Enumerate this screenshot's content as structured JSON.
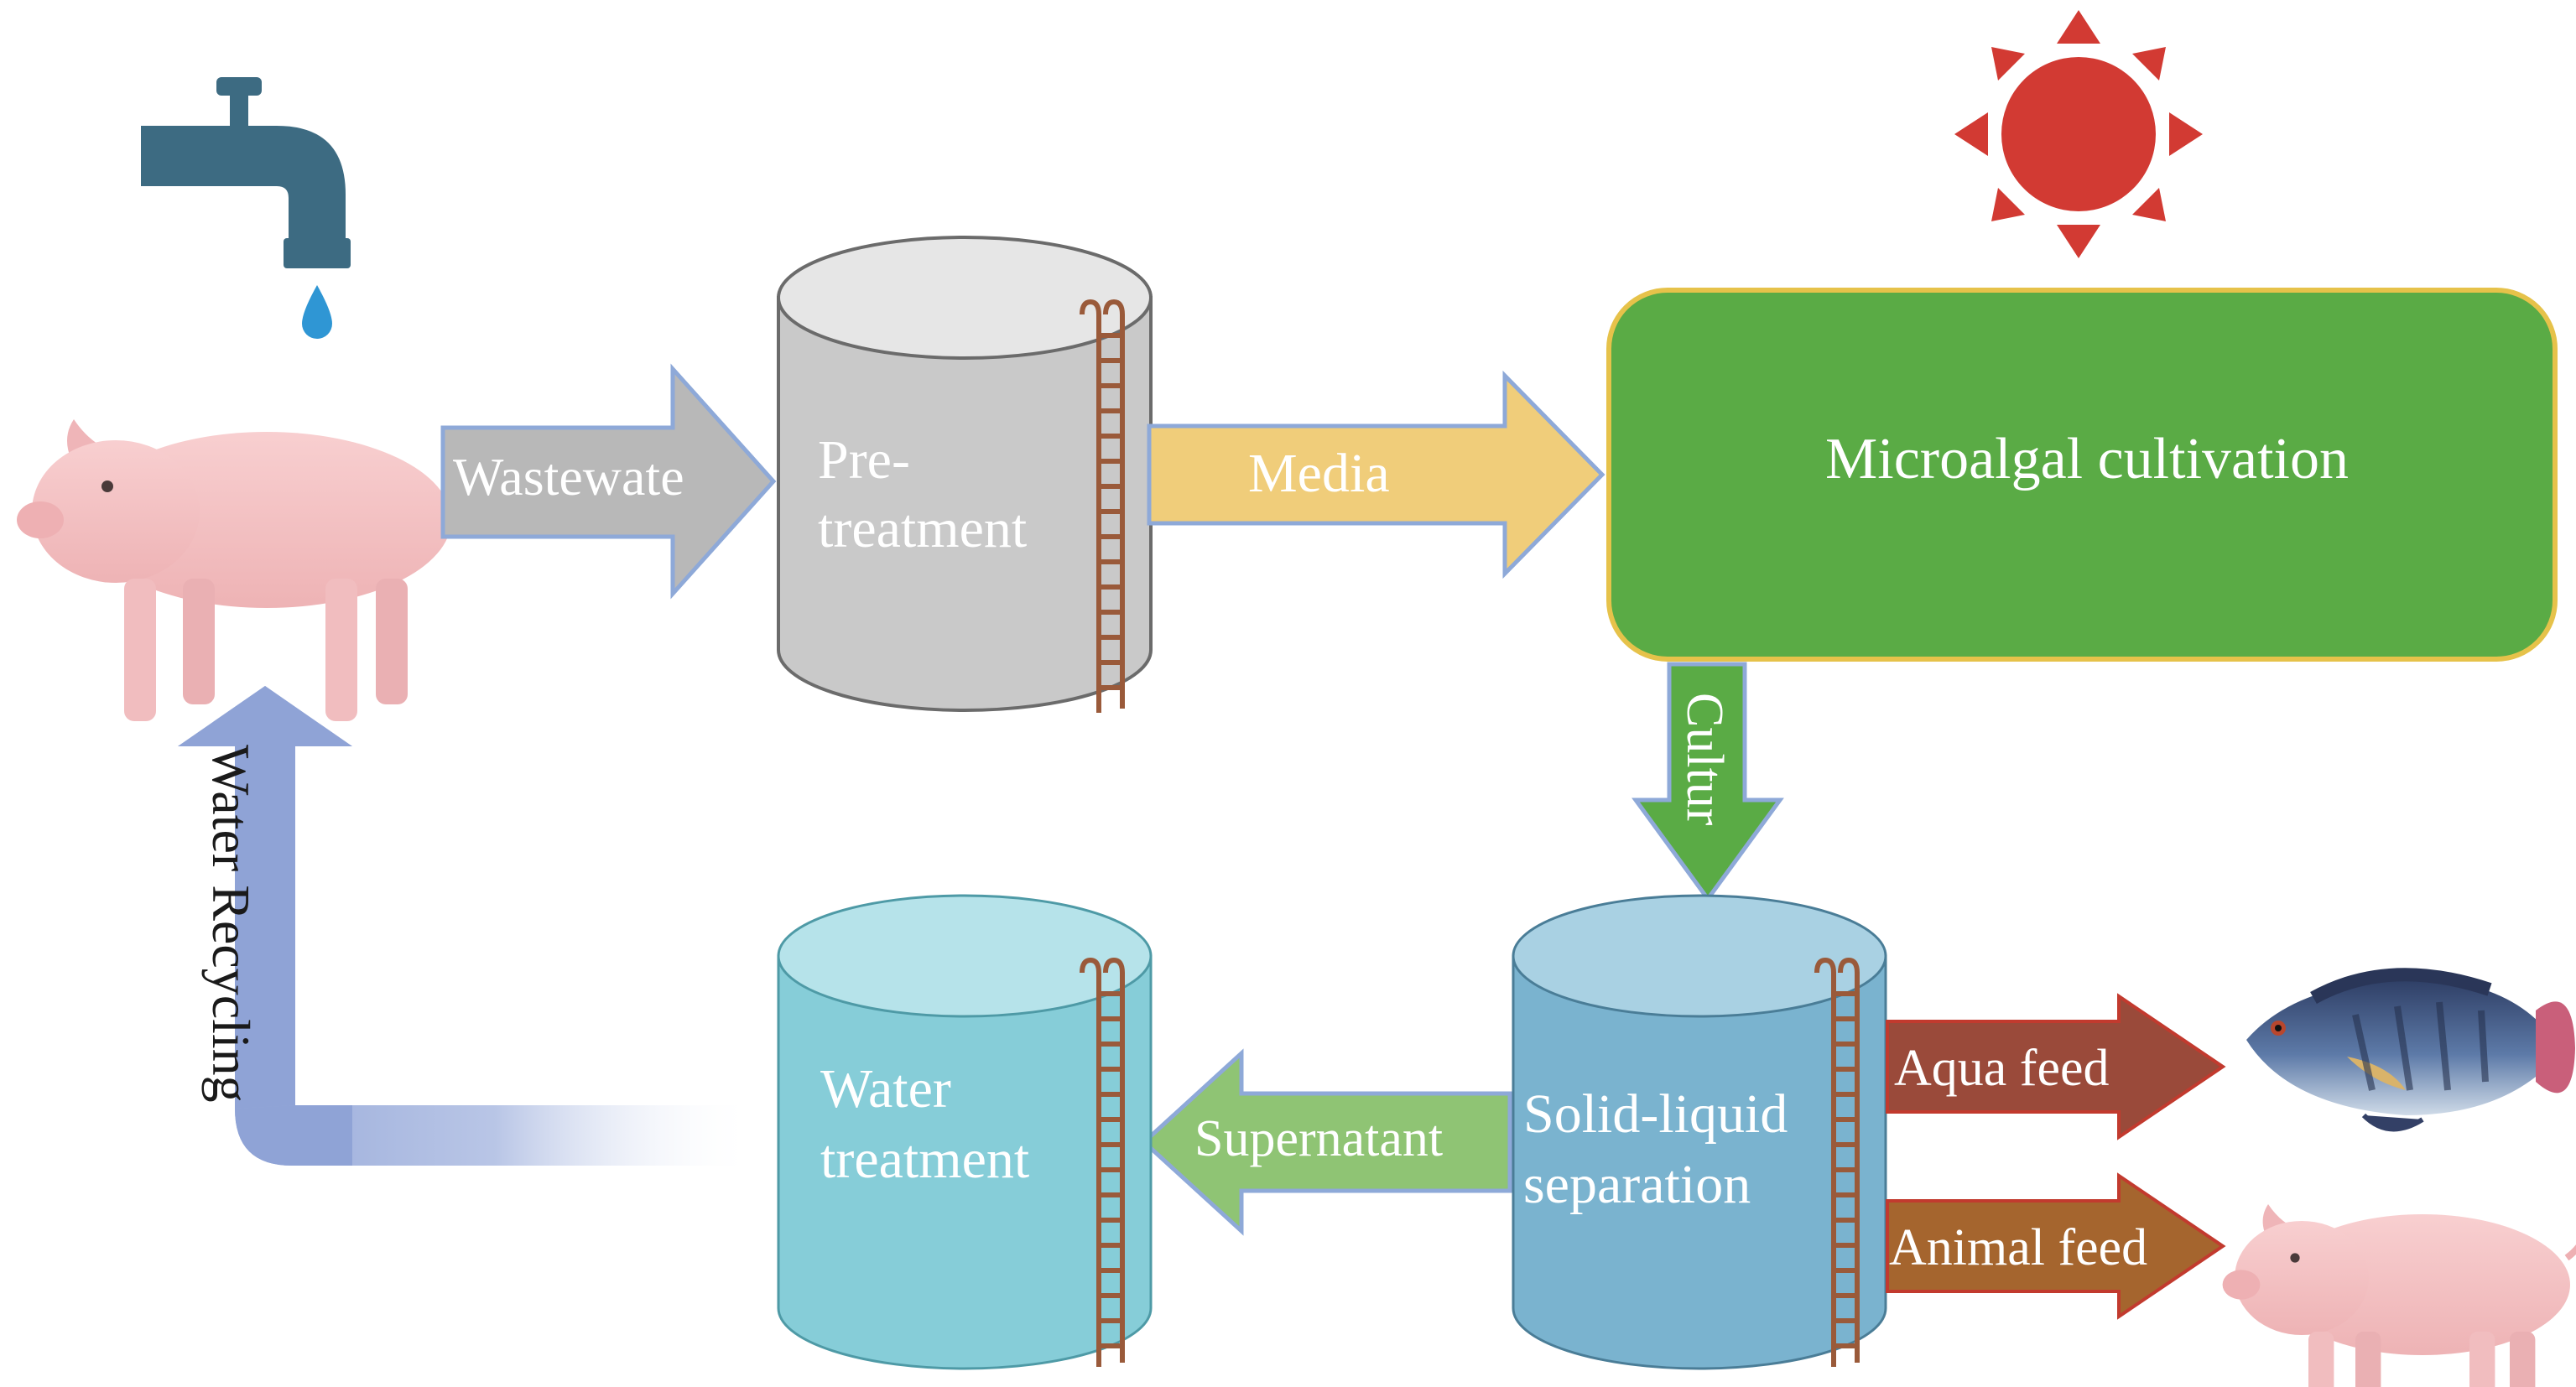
{
  "labels": {
    "wastewater_arrow": "Wastewate",
    "pretreatment_line1": "Pre-",
    "pretreatment_line2": "treatment",
    "media_arrow": "Media",
    "microalgal_cultivation": "Microalgal cultivation",
    "culture_arrow": "Cultur",
    "solid_liquid_line1": "Solid-liquid",
    "solid_liquid_line2": "separation",
    "supernatant_arrow": "Supernatant",
    "water_treatment_line1": "Water",
    "water_treatment_line2": "treatment",
    "water_recycling": "Water Recycling",
    "aqua_feed": "Aqua feed",
    "animal_feed": "Animal feed"
  },
  "icons": {
    "faucet": "faucet-icon",
    "water_drop": "water-drop-icon",
    "sun": "sun-icon",
    "pig_source": "pig-icon",
    "pig_feed": "pig-icon",
    "fish": "fish-icon",
    "ladder": "ladder-icon"
  },
  "colors": {
    "faucet": "#3d6b82",
    "drop": "#2f96d4",
    "sun": "#d23a33",
    "pig": "#f4c3c4",
    "wastewater_arrow": "#b8b8b8",
    "arrow_outline": "#8ea9d8",
    "pretreatment_tank": "#c9c9c9",
    "media_arrow": "#f0cd7a",
    "cultivation_box": "#5aab45",
    "cultivation_border": "#e6c24a",
    "culture_arrow": "#5aab45",
    "separation_tank": "#7ab3cf",
    "water_treatment_tank": "#86cdd8",
    "supernatant_arrow": "#8fc474",
    "aqua_feed_arrow": "#9a4a3a",
    "animal_feed_arrow": "#a5652e",
    "recycling_arrow": "#8fa3d6",
    "ladder": "#9a5a3a"
  }
}
